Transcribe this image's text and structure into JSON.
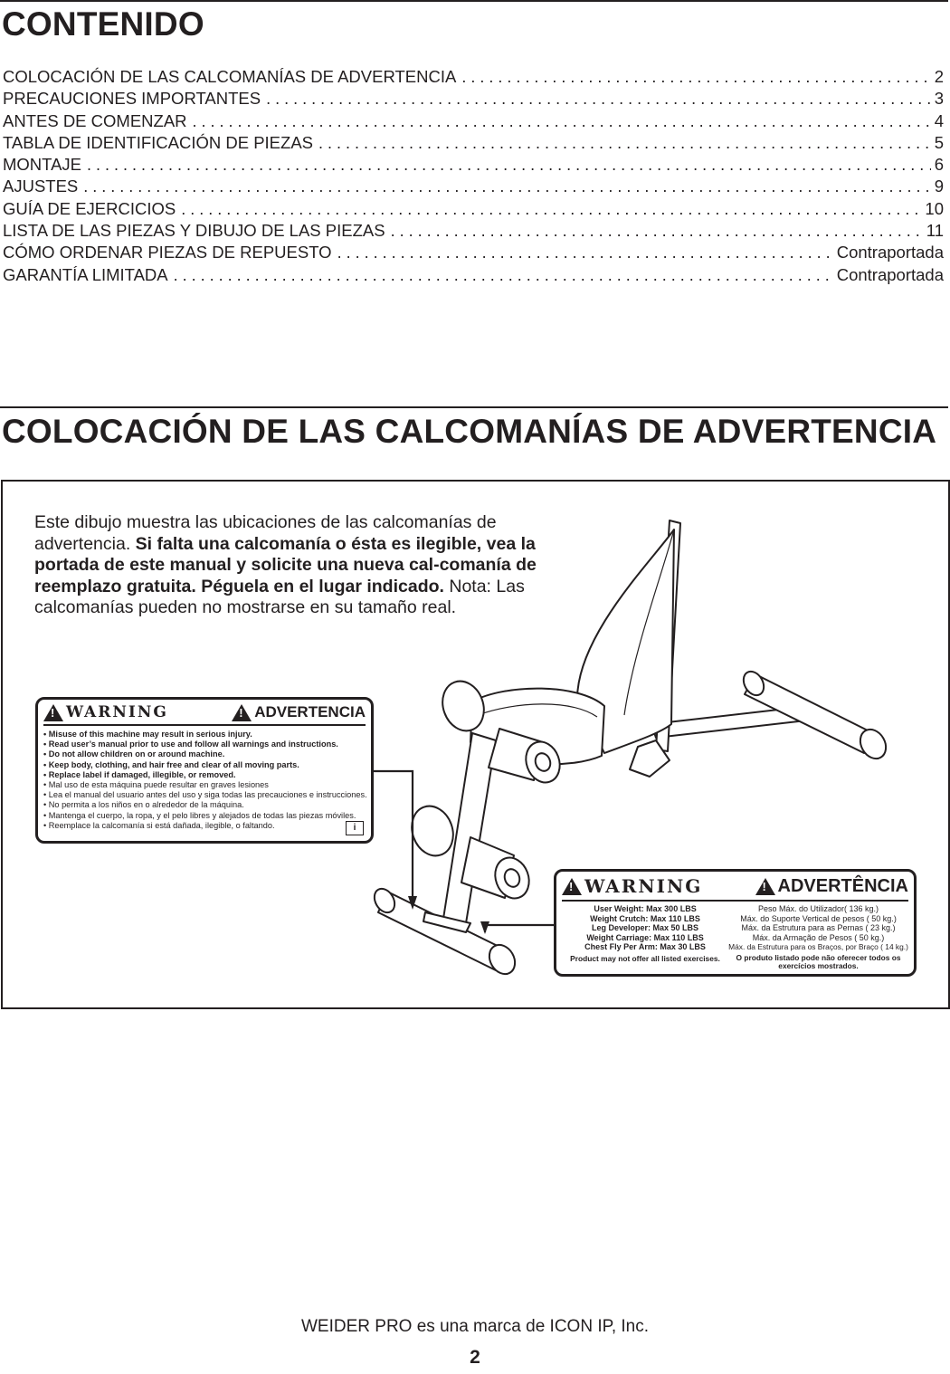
{
  "contents": {
    "title": "CONTENIDO",
    "entries": [
      {
        "title": "COLOCACIÓN DE LAS CALCOMANÍAS DE ADVERTENCIA",
        "page": "2"
      },
      {
        "title": "PRECAUCIONES IMPORTANTES",
        "page": "3"
      },
      {
        "title": "ANTES DE COMENZAR",
        "page": "4"
      },
      {
        "title": "TABLA DE IDENTIFICACIÓN DE PIEZAS",
        "page": "5"
      },
      {
        "title": "MONTAJE",
        "page": "6"
      },
      {
        "title": "AJUSTES",
        "page": "9"
      },
      {
        "title": "GUÍA DE EJERCICIOS",
        "page": "10"
      },
      {
        "title": "LISTA DE LAS PIEZAS Y DIBUJO DE LAS PIEZAS",
        "page": "11"
      },
      {
        "title": "CÓMO ORDENAR PIEZAS DE REPUESTO",
        "page": "Contraportada"
      },
      {
        "title": "GARANTÍA LIMITADA",
        "page": "Contraportada"
      }
    ]
  },
  "section": {
    "title": "COLOCACIÓN DE LAS CALCOMANÍAS DE ADVERTENCIA",
    "intro_plain_1": "Este dibujo muestra las ubicaciones de las calcomanías de advertencia. ",
    "intro_bold": "Si falta una calcomanía o ésta es ilegible, vea la portada de este manual y solicite una nueva cal-comanía de reemplazo gratuita. Péguela en el lugar indicado.",
    "intro_plain_2": " Nota: Las calcomanías pueden no mostrarse en su tamaño real."
  },
  "label_left": {
    "warning": "WARNING",
    "advertencia": "ADVERTENCIA",
    "lines_en": [
      "• Misuse of this machine may result in serious injury.",
      "• Read user’s manual prior to use and follow all warnings and instructions.",
      "• Do not allow children on or around machine.",
      "• Keep body, clothing, and hair free and clear of all moving parts.",
      "• Replace label if damaged, illegible, or removed."
    ],
    "lines_es": [
      "• Mal uso de esta máquina puede resultar en graves lesiones",
      "• Lea el manual del usuario antes del uso y siga todas las precauciones e instrucciones.",
      "• No permita a los niños en o alrededor de la máquina.",
      "• Mantenga el cuerpo, la ropa, y el pelo libres y alejados de todas las piezas móviles.",
      "• Reemplace la calcomanía si está dañada, ilegible, o faltando."
    ]
  },
  "label_right": {
    "warning": "WARNING",
    "advertencia": "ADVERTÊNCIA",
    "lines_en": [
      "User Weight: Max 300 LBS",
      "Weight Crutch: Max 110 LBS",
      "Leg Developer: Max 50 LBS",
      "Weight Carriage: Max 110 LBS",
      "Chest Fly Per Arm: Max 30 LBS"
    ],
    "note_en": "Product may not offer all listed exercises.",
    "lines_pt": [
      "Peso Máx. do Utilizador( 136 kg.)",
      "Máx. do Suporte Vertical de pesos ( 50 kg.)",
      "Máx. da Estrutura para as Pernas ( 23 kg.)",
      "Máx. da Armação de Pesos ( 50 kg.)",
      "Máx. da Estrutura para os Braços, por Braço ( 14 kg.)"
    ],
    "note_pt": "O produto listado pode não oferecer todos os exercícios mostrados."
  },
  "footer": {
    "trademark": "WEIDER PRO es una marca de ICON IP, Inc.",
    "page_number": "2"
  }
}
